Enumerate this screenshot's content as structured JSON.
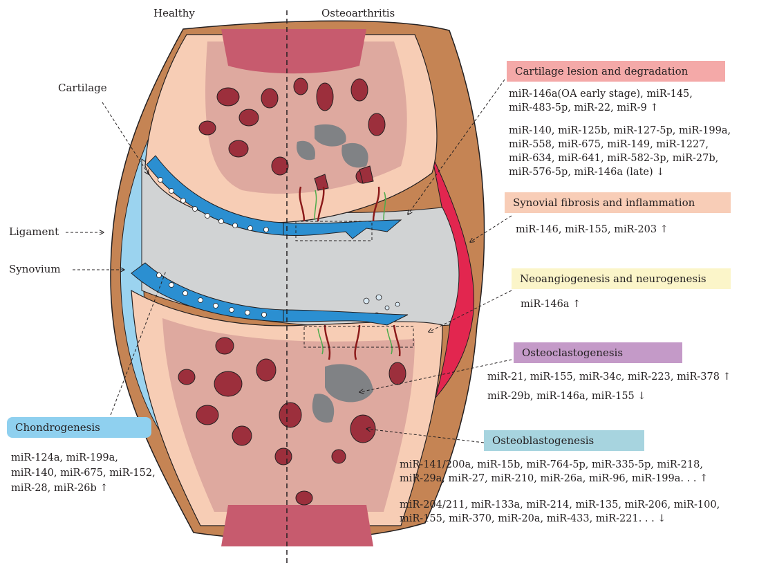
{
  "headers": {
    "healthy": "Healthy",
    "oa": "Osteoarthritis"
  },
  "anatomy": {
    "cartilage": "Cartilage",
    "ligament": "Ligament",
    "synovium": "Synovium"
  },
  "sections": {
    "cartilage_lesion": {
      "title": "Cartilage lesion and degradation",
      "color": "#f4a9a8",
      "up": [
        "miR-146a(OA early stage), miR-145,",
        "miR-483-5p, miR-22, miR-9 ↑"
      ],
      "down": [
        "miR-140, miR-125b, miR-127-5p, miR-199a,",
        "miR-558, miR-675, miR-149, miR-1227,",
        "miR-634, miR-641, miR-582-3p, miR-27b,",
        "miR-576-5p, miR-146a (late) ↓"
      ]
    },
    "synovial": {
      "title": "Synovial fibrosis and inflammation",
      "color": "#f8cdb7",
      "lines": [
        "miR-146, miR-155, miR-203 ↑"
      ]
    },
    "neoangio": {
      "title": "Neoangiogenesis and neurogenesis",
      "color": "#fbf5c9",
      "lines": [
        "miR-146a ↑"
      ]
    },
    "osteoclasto": {
      "title": "Osteoclastogenesis",
      "color": "#c49ac8",
      "lines": [
        "miR-21, miR-155, miR-34c, miR-223, miR-378 ↑",
        "miR-29b, miR-146a, miR-155 ↓"
      ]
    },
    "chondro": {
      "title": "Chondrogenesis",
      "color": "#8fd0ef",
      "lines": [
        "miR-124a, miR-199a,",
        "miR-140, miR-675, miR-152,",
        "miR-28, miR-26b ↑"
      ]
    },
    "osteoblasto": {
      "title": "Osteoblastogenesis",
      "color": "#a7d4df",
      "up": [
        "miR-141/200a, miR-15b, miR-764-5p, miR-335-5p, miR-218,",
        "miR-29a, miR-27, miR-210, miR-26a, miR-96, miR-199a. . . ↑"
      ],
      "down": [
        "miR-204/211, miR-133a, miR-214, miR-135, miR-206, miR-100,",
        "miR-155, miR-370, miR-20a, miR-433, miR-221. . . ↓"
      ]
    }
  }
}
